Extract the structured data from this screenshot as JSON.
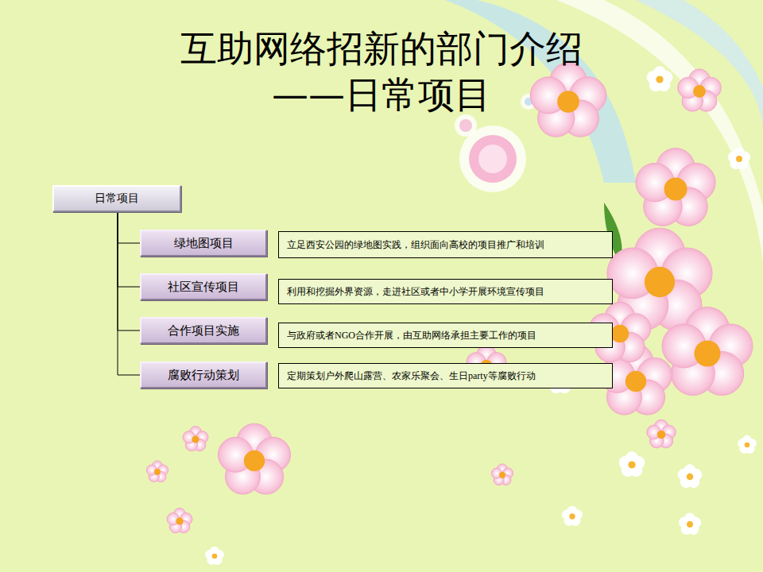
{
  "diagram": {
    "title": "互助网络招新的部门介绍 ——日常项目",
    "nodes": [
      {
        "text": [
          "日常项目"
        ]
      },
      {
        "text": [
          "绿地图项目"
        ]
      },
      {
        "text": [
          "立足西安公园的绿地图实践，组织面向高校的项目推广和培训"
        ]
      },
      {
        "text": [
          "社区宣传项目"
        ]
      },
      {
        "text": [
          "利用和挖掘外界资源，走进社区或者中小学开展环境宣传项目"
        ]
      },
      {
        "text": [
          "合作项目实施"
        ]
      },
      {
        "text": [
          "与政府或者NGO合作开展，由互助网络承担主要工作的项目"
        ]
      },
      {
        "text": [
          "腐败行动策划"
        ]
      },
      {
        "text": [
          "定期策划户外爬山露营、农家乐聚会、生日party等腐败行动"
        ]
      }
    ],
    "edges": [
      {
        "from": 0,
        "to": 1,
        "arrow": "none"
      },
      {
        "from": 0,
        "to": 3,
        "arrow": "none"
      },
      {
        "from": 0,
        "to": 5,
        "arrow": "none"
      },
      {
        "from": 0,
        "to": 7,
        "arrow": "none"
      }
    ]
  }
}
